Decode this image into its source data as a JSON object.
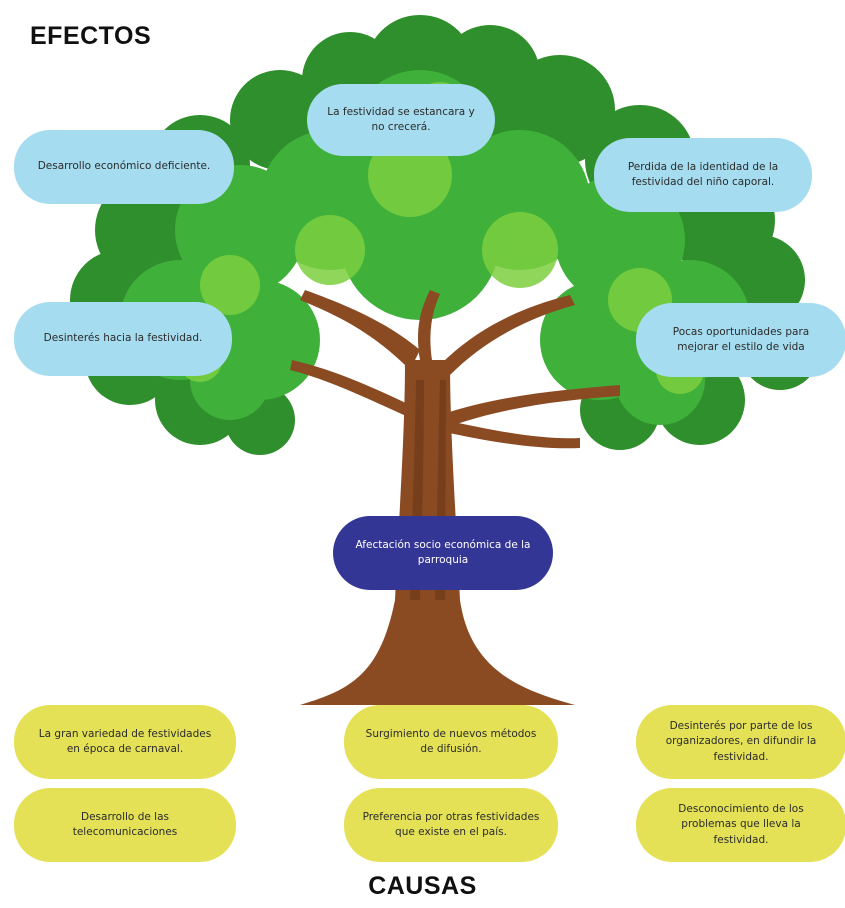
{
  "headings": {
    "effects": "EFECTOS",
    "causes": "CAUSAS"
  },
  "central_problem": "Afectación socio económica de la parroquia",
  "effects": [
    "La festividad se estancara y no crecerá.",
    "Desarrollo económico deficiente.",
    "Perdida de la identidad de la festividad del niño caporal.",
    "Desinterés hacia la festividad.",
    "Pocas oportunidades para mejorar el estilo de vida"
  ],
  "causes": [
    "La gran variedad de festividades en época de carnaval.",
    "Surgimiento de nuevos métodos de difusión.",
    "Desinterés por parte de los organizadores, en difundir la festividad.",
    "Desarrollo de las telecomunicaciones",
    "Preferencia por otras festividades que existe en el país.",
    "Desconocimiento de los problemas que lleva la festividad."
  ],
  "colors": {
    "effect_fill": "#a6dcef",
    "core_fill": "#333694",
    "cause_fill": "#e4e157",
    "foliage_dark": "#2f8f2c",
    "foliage_mid": "#3fb13a",
    "foliage_light": "#7ccf3f",
    "trunk": "#8a4a22"
  }
}
